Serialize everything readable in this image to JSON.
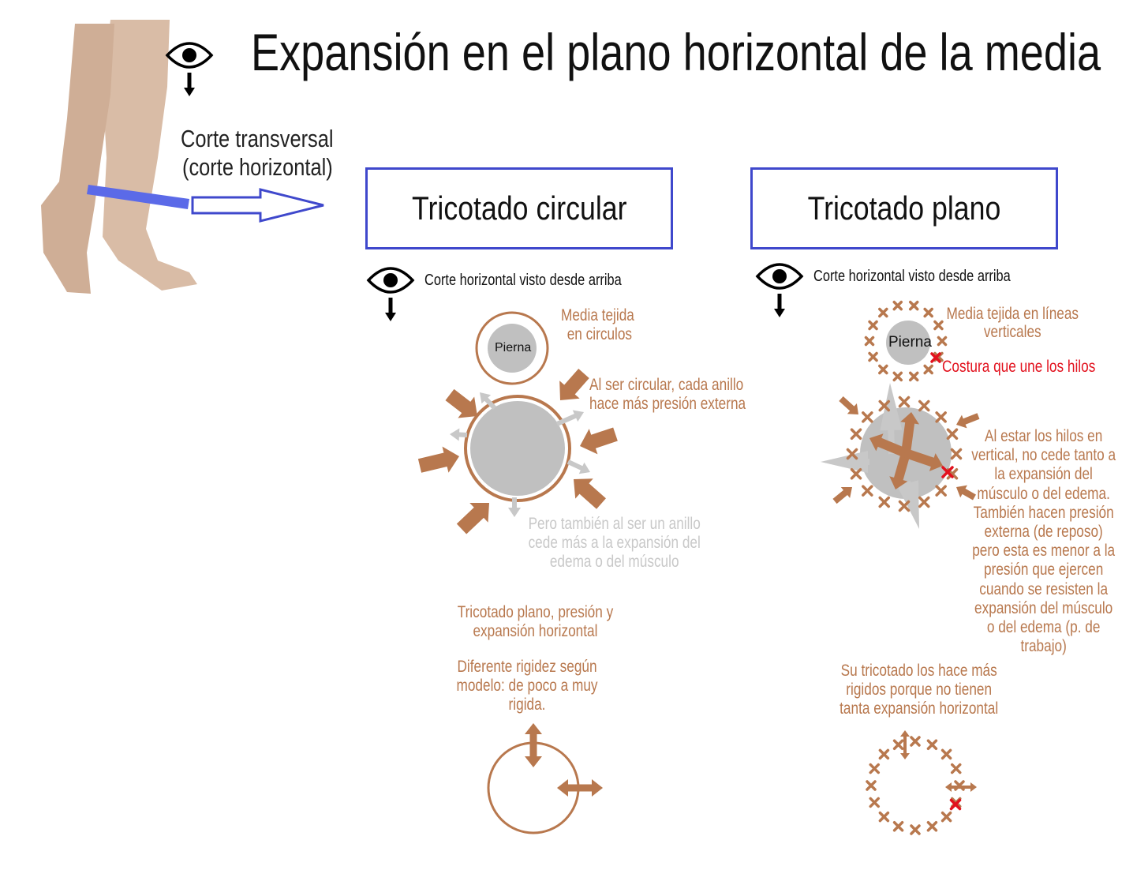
{
  "title": "Expansión en el plano horizontal de la media",
  "cut_label": [
    "Corte transversal",
    "(corte horizontal)"
  ],
  "left_panel": {
    "box_title": "Tricotado circular",
    "view_caption": "Corte horizontal visto desde arriba",
    "leg_label": "Pierna",
    "stocking_label": [
      "Media tejida",
      "en circulos"
    ],
    "pressure_note": [
      "Al ser circular, cada anillo",
      "hace más presión externa"
    ],
    "yield_note": [
      "Pero también al ser un anillo",
      "cede más a la expansión del",
      "edema o del músculo"
    ],
    "flat_note": [
      "Tricotado plano, presión y",
      "expansión horizontal"
    ],
    "rigidity_note": [
      "Diferente rigidez según",
      "modelo: de poco a muy",
      "rigida."
    ]
  },
  "right_panel": {
    "box_title": "Tricotado plano",
    "view_caption": "Corte horizontal visto desde arriba",
    "leg_label": "Pierna",
    "stocking_label": [
      "Media tejida en líneas",
      "verticales"
    ],
    "seam_label": "Costura que une los hilos",
    "vertical_note": [
      "Al estar los hilos en",
      "vertical, no cede tanto a",
      "la expansión del",
      "músculo o del edema.",
      "También hacen presión",
      "externa (de reposo)",
      "pero esta es menor a la",
      "presión que ejercen",
      "cuando se resisten  la",
      "expansión del músculo",
      "o del edema (p. de",
      "trabajo)"
    ],
    "rigid_note": [
      "Su tricotado los hace más",
      "rigidos porque no tienen",
      "tanta expansión horizontal"
    ]
  },
  "colors": {
    "brown": "#b8784e",
    "gray": "#c0c0c0",
    "blue": "#3f48cc",
    "red": "#e2121e",
    "skin": "#d8b8a0"
  }
}
